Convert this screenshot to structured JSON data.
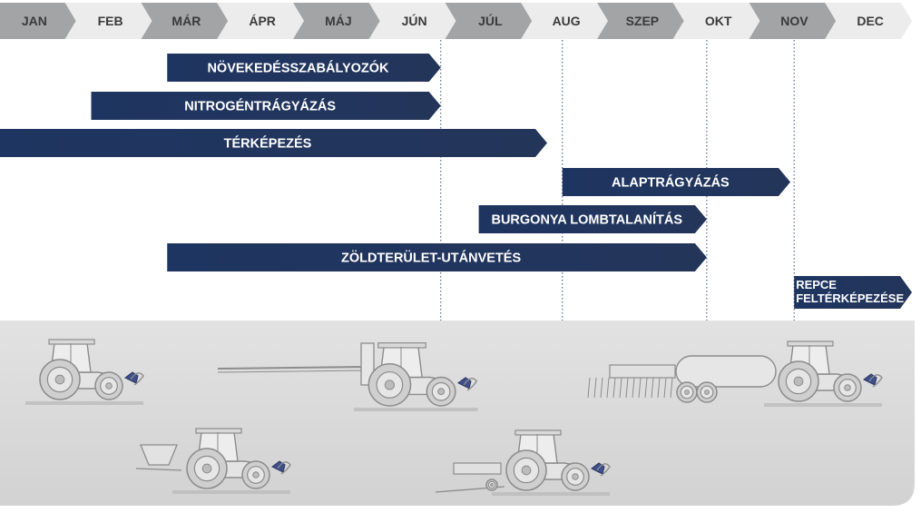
{
  "months": [
    {
      "label": "JAN",
      "shade": "dark"
    },
    {
      "label": "FEB",
      "shade": "light"
    },
    {
      "label": "MÁR",
      "shade": "dark"
    },
    {
      "label": "ÁPR",
      "shade": "light"
    },
    {
      "label": "MÁJ",
      "shade": "dark"
    },
    {
      "label": "JÚN",
      "shade": "light"
    },
    {
      "label": "JÚL",
      "shade": "dark"
    },
    {
      "label": "AUG",
      "shade": "light"
    },
    {
      "label": "SZEP",
      "shade": "dark"
    },
    {
      "label": "OKT",
      "shade": "light"
    },
    {
      "label": "NOV",
      "shade": "dark"
    },
    {
      "label": "DEC",
      "shade": "light"
    }
  ],
  "tasks": [
    {
      "label": "NÖVEKEDÉSSZABÁLYOZÓK",
      "start": 2.2,
      "end": 5.8
    },
    {
      "label": "NITROGÉNTRÁGYÁZÁS",
      "start": 1.2,
      "end": 5.8
    },
    {
      "label": "TÉRKÉPEZÉS",
      "start": 0.0,
      "end": 7.2
    },
    {
      "label": "ALAPTRÁGYÁZÁS",
      "start": 7.4,
      "end": 10.4
    },
    {
      "label": "BURGONYA LOMBTALANÍTÁS",
      "start": 6.3,
      "end": 9.3
    },
    {
      "label": "ZÖLDTERÜLET-UTÁNVETÉS",
      "start": 2.2,
      "end": 9.3
    },
    {
      "label": "REPCE FELTÉRKÉPEZÉSE",
      "label_lines": [
        "REPCE",
        "FELTÉRKÉPEZÉSE"
      ],
      "start": 10.45,
      "end": 12.0
    }
  ],
  "marker_months": [
    5.8,
    7.4,
    9.3,
    10.45
  ],
  "colors": {
    "month_dark": "#a2a4a6",
    "month_light": "#ececec",
    "month_text": "#3a3a3a",
    "bar_start": "#1e3561",
    "bar_end": "#24355a",
    "bar_text": "#ffffff",
    "marker_line": "#3a4a7a",
    "machinery_panel": "#d6d6d6",
    "machinery_stroke": "#8c8c8c"
  },
  "machinery": [
    {
      "icon": "tractor-mounted-implement-icon"
    },
    {
      "icon": "tractor-boom-sprayer-icon"
    },
    {
      "icon": "tractor-slurry-tanker-icon"
    },
    {
      "icon": "tractor-fertilizer-spreader-icon"
    },
    {
      "icon": "tractor-seed-drill-icon"
    }
  ]
}
